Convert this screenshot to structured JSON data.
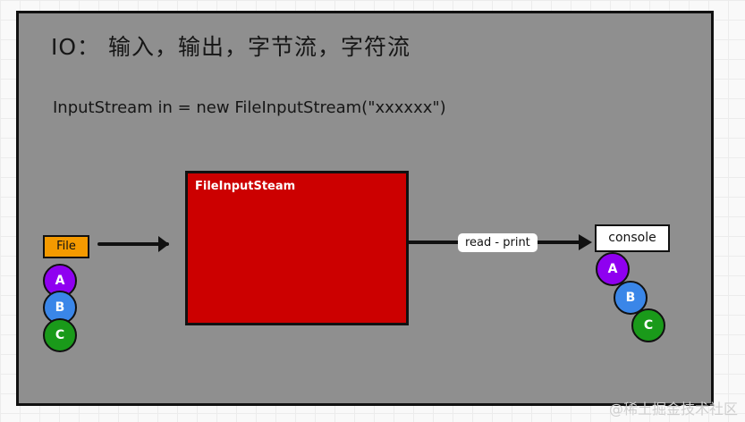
{
  "diagram": {
    "title": "IO： 输入，输出，字节流，字符流",
    "code_line": "InputStream in = new FileInputStream(\"xxxxxx\")",
    "stream_box": {
      "label": "FileInputSteam",
      "color": "#cc0000"
    },
    "source": {
      "label": "File",
      "color": "#f59a00"
    },
    "edge_label": "read - print",
    "target": {
      "label": "console",
      "color": "#ffffff"
    },
    "input_items": [
      {
        "label": "A",
        "color": "#8f00f0"
      },
      {
        "label": "B",
        "color": "#3a86e8"
      },
      {
        "label": "C",
        "color": "#1a9a1a"
      }
    ],
    "output_items": [
      {
        "label": "A",
        "color": "#8f00f0"
      },
      {
        "label": "B",
        "color": "#3a86e8"
      },
      {
        "label": "C",
        "color": "#1a9a1a"
      }
    ]
  },
  "watermark": "@稀土掘金技术社区"
}
